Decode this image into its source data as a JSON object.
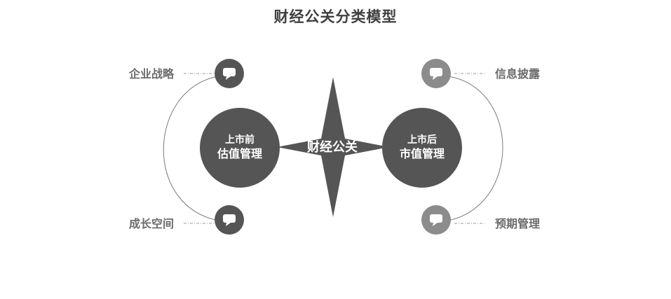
{
  "title": "财经公关分类模型",
  "center": {
    "label": "财经公关"
  },
  "left_circle": {
    "line1": "上市前",
    "line2": "估值管理"
  },
  "right_circle": {
    "line1": "上市后",
    "line2": "市值管理"
  },
  "branches": {
    "top_left": "企业战略",
    "bottom_left": "成长空间",
    "top_right": "信息披露",
    "bottom_right": "预期管理"
  },
  "icons": {
    "top_left": "speech-bubble-icon",
    "bottom_left": "speech-bubble-icon",
    "top_right": "speech-bubble-icon",
    "bottom_right": "speech-bubble-icon"
  },
  "colors": {
    "dark": "#555555",
    "light": "#8c8c8c",
    "text": "#6b6b6b"
  }
}
